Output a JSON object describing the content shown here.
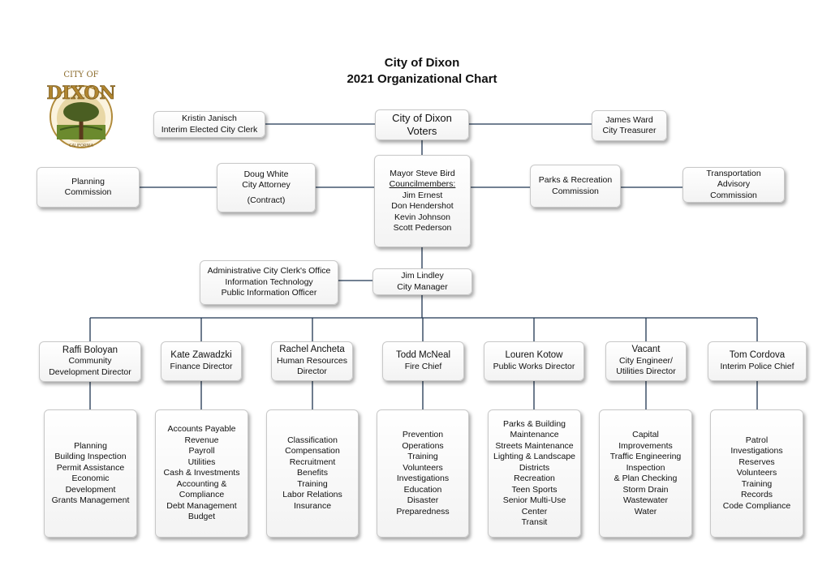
{
  "header": {
    "title": "City of Dixon",
    "subtitle": "2021 Organizational Chart"
  },
  "logo": {
    "top_text": "CITY OF",
    "word": "DIXON",
    "bottom_text": "CALIFORNIA"
  },
  "nodes": {
    "voters": [
      "City of Dixon",
      "Voters"
    ],
    "clerk": [
      "Kristin Janisch",
      "Interim Elected City Clerk"
    ],
    "treasurer": [
      "James Ward",
      "City Treasurer"
    ],
    "planning_commission": [
      "Planning",
      "Commission"
    ],
    "attorney": [
      "Doug White",
      "City Attorney",
      "(Contract)"
    ],
    "council": {
      "mayor": "Mayor Steve Bird",
      "label": "Councilmembers:",
      "members": [
        "Jim Ernest",
        "Don Hendershot",
        "Kevin Johnson",
        "Scott Pederson"
      ]
    },
    "parks_commission": [
      "Parks & Recreation",
      "Commission"
    ],
    "transportation_commission": [
      "Transportation",
      "Advisory",
      "Commission"
    ],
    "admin_office": [
      "Administrative City Clerk's Office",
      "Information Technology",
      "Public Information Officer"
    ],
    "city_manager": [
      "Jim Lindley",
      "City Manager"
    ]
  },
  "departments": [
    {
      "name": "Raffi Boloyan",
      "title": [
        "Community",
        "Development Director"
      ],
      "duties": [
        "Planning",
        "Building Inspection",
        "Permit Assistance",
        "Economic",
        "Development",
        "Grants Management"
      ]
    },
    {
      "name": "Kate Zawadzki",
      "title": [
        "Finance Director"
      ],
      "duties": [
        "Accounts Payable",
        "Revenue",
        "Payroll",
        "Utilities",
        "Cash & Investments",
        "Accounting &",
        "Compliance",
        "Debt Management",
        "Budget"
      ]
    },
    {
      "name": "Rachel Ancheta",
      "title": [
        "Human Resources",
        "Director"
      ],
      "duties": [
        "Classification",
        "Compensation",
        "Recruitment",
        "Benefits",
        "Training",
        "Labor Relations",
        "Insurance"
      ]
    },
    {
      "name": "Todd McNeal",
      "title": [
        "Fire Chief"
      ],
      "duties": [
        "Prevention",
        "Operations",
        "Training",
        "Volunteers",
        "Investigations",
        "Education",
        "Disaster",
        "Preparedness"
      ]
    },
    {
      "name": "Louren Kotow",
      "title": [
        "Public Works Director"
      ],
      "duties": [
        "Parks & Building",
        "Maintenance",
        "Streets Maintenance",
        "Lighting & Landscape",
        "Districts",
        "Recreation",
        "Teen Sports",
        "Senior Multi-Use",
        "Center",
        "Transit"
      ]
    },
    {
      "name": "Vacant",
      "title": [
        "City Engineer/",
        "Utilities Director"
      ],
      "duties": [
        "Capital",
        "Improvements",
        "Traffic Engineering",
        "Inspection",
        "& Plan Checking",
        "Storm Drain",
        "Wastewater",
        "Water"
      ]
    },
    {
      "name": "Tom Cordova",
      "title": [
        "Interim Police Chief"
      ],
      "duties": [
        "Patrol",
        "Investigations",
        "Reserves",
        "Volunteers",
        "Training",
        "Records",
        "Code Compliance"
      ]
    }
  ]
}
